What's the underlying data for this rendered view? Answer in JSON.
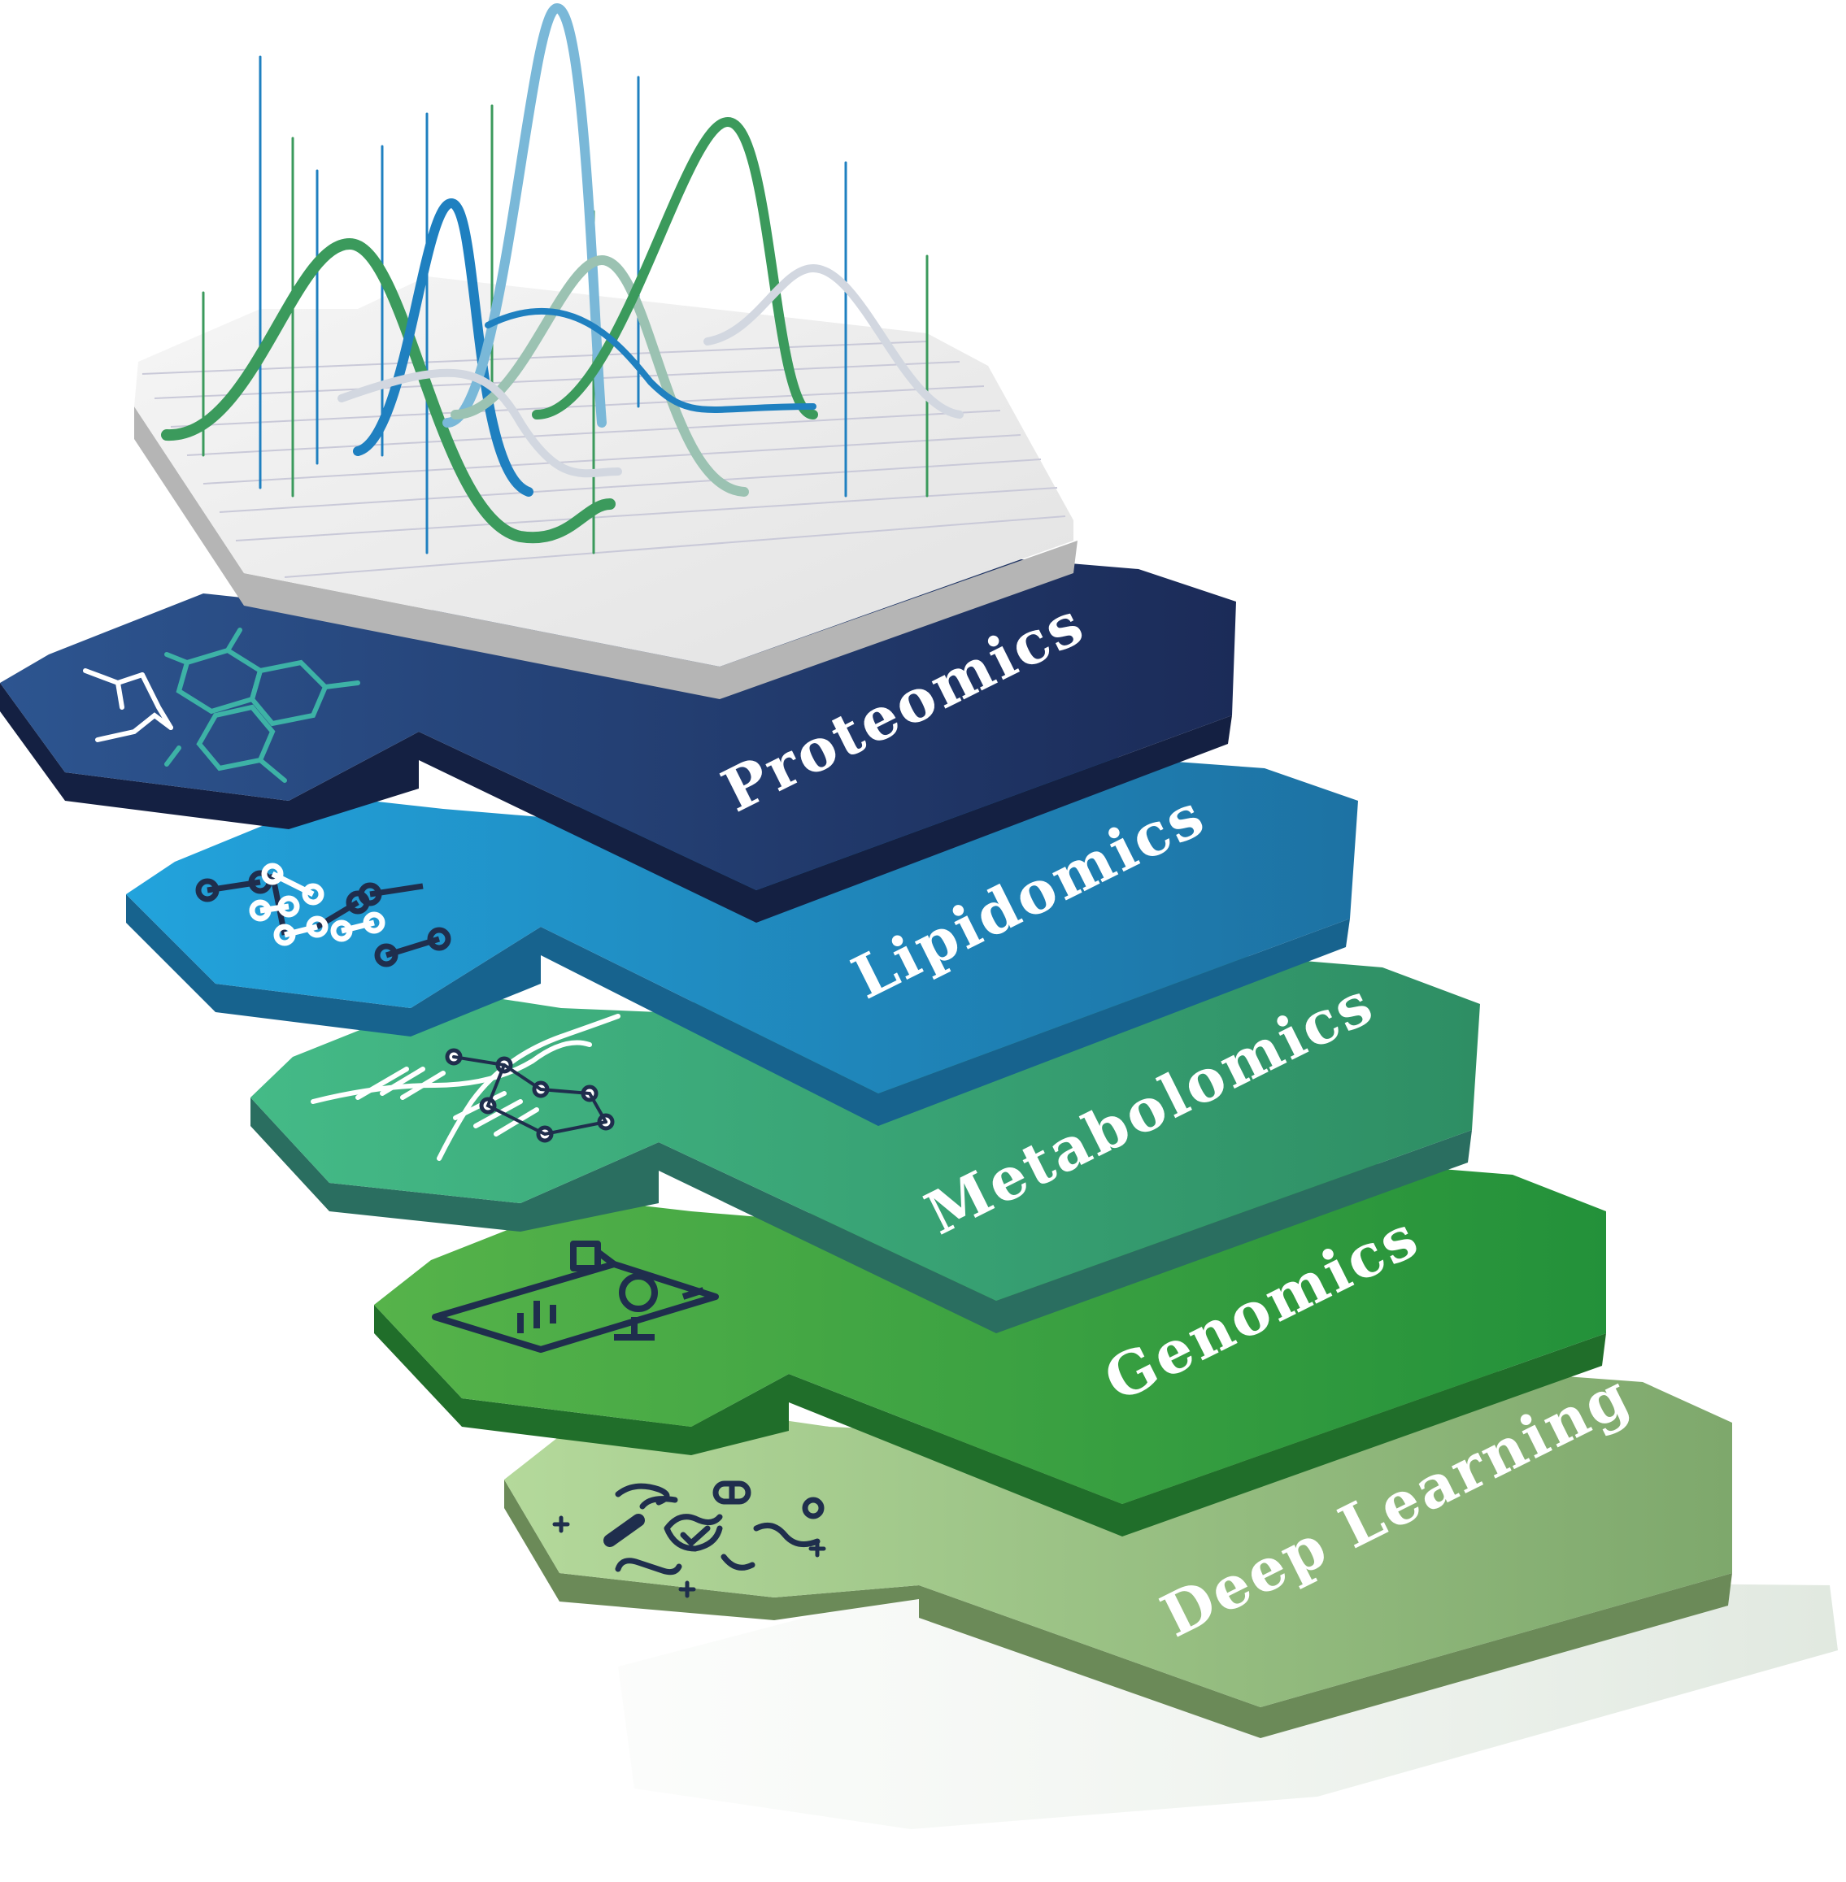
{
  "diagram": {
    "layers": [
      {
        "id": "deep-learning",
        "label": "Deep Learning",
        "icon": "microbes-icon",
        "top_color": "#a8cf8f",
        "top_color_end": "#7fa86c",
        "side_color": "#6b8a58"
      },
      {
        "id": "genomics",
        "label": "Genomics",
        "icon": "lab-monitor-icon",
        "top_color": "#4caf4a",
        "top_color_end": "#2a9a3c",
        "side_color": "#206e2a"
      },
      {
        "id": "metabolomics",
        "label": "Metabolomics",
        "icon": "dna-network-icon",
        "top_color": "#45b887",
        "top_color_end": "#2f8f66",
        "side_color": "#2a6e60"
      },
      {
        "id": "lipidomics",
        "label": "Lipidomics",
        "icon": "lipid-chain-icon",
        "top_color": "#229fd8",
        "top_color_end": "#1f78a8",
        "side_color": "#17638e"
      },
      {
        "id": "proteomics",
        "label": "Proteomics",
        "icon": "molecule-structure-icon",
        "top_color": "#2a4a80",
        "top_color_end": "#1c2f5e",
        "side_color": "#142042"
      }
    ],
    "top_plate": {
      "icon": "mass-spectrum-chart-icon",
      "surface_color": "#eeeeee",
      "side_color": "#b5b5b5",
      "peak_colors": [
        "#3b9a5c",
        "#1f80c0",
        "#7ab8d8",
        "#8fb8a8",
        "#b0b8c8"
      ]
    }
  }
}
